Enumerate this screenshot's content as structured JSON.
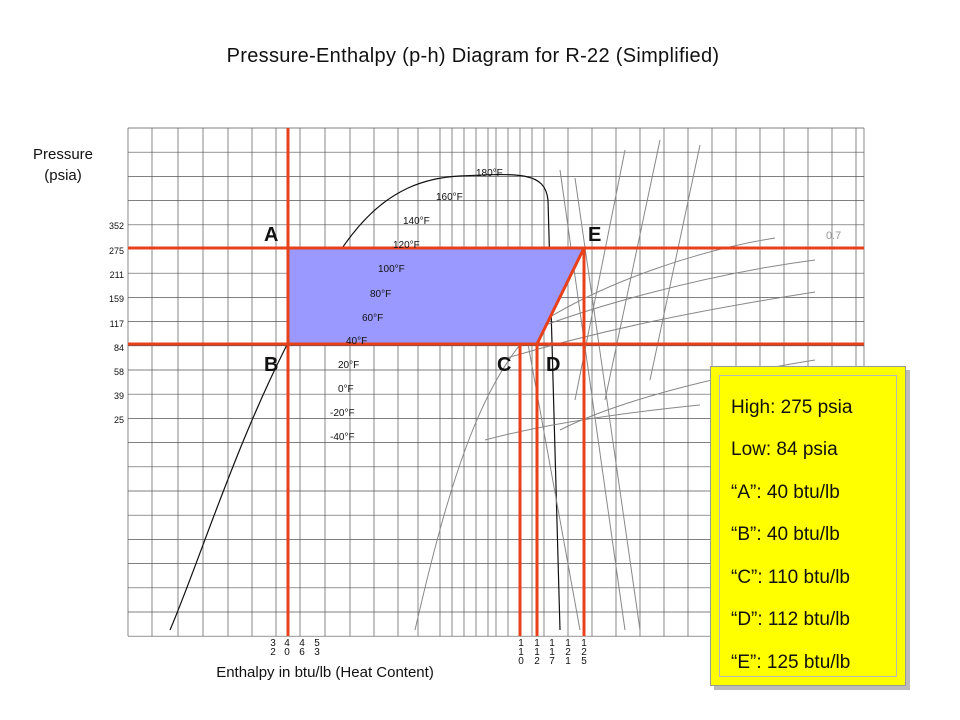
{
  "title": "Pressure-Enthalpy (p-h) Diagram for R-22 (Simplified)",
  "y_axis": {
    "title_line1": "Pressure",
    "title_line2": "(psia)",
    "ticks": [
      "352",
      "275",
      "211",
      "159",
      "117",
      "84",
      "58",
      "39",
      "25"
    ]
  },
  "x_axis": {
    "title": "Enthalpy in btu/lb (Heat Content)",
    "left_ticks": [
      "32",
      "40",
      "46",
      "53"
    ],
    "right_ticks": [
      "110",
      "112",
      "117",
      "121",
      "125"
    ]
  },
  "temperature_labels": [
    "180°F",
    "160°F",
    "140°F",
    "120°F",
    "100°F",
    "80°F",
    "60°F",
    "40°F",
    "20°F",
    "0°F",
    "-20°F",
    "-40°F"
  ],
  "quality_label": "0.7",
  "points": {
    "a": "A",
    "b": "B",
    "c": "C",
    "d": "D",
    "e": "E"
  },
  "info": {
    "high": "High: 275  psia",
    "low": "Low: 84  psia",
    "a": "“A”: 40 btu/lb",
    "b": "“B”: 40 btu/lb",
    "c": "“C”: 110 btu/lb",
    "d": "“D”: 112 btu/lb",
    "e": "“E”: 125 btu/lb"
  },
  "colors": {
    "cycle_line": "#e8411a",
    "cycle_fill": "#9999ff",
    "cycle_edge": "#800000",
    "info_bg": "#ffff00",
    "grid": "#555555"
  }
}
